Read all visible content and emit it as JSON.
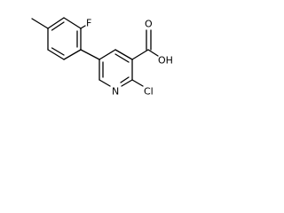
{
  "molecule": {
    "atoms": {
      "fluorine": "F",
      "carboxyl_oxygen": "O",
      "hydroxyl": "OH",
      "ring_nitrogen": "N",
      "chlorine": "Cl"
    }
  }
}
